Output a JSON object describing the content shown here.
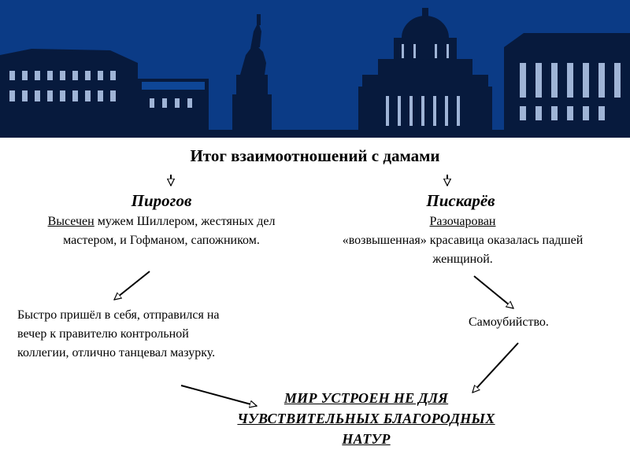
{
  "title": "Итог взаимоотношений с дамами",
  "left": {
    "name": "Пирогов",
    "status": "Высечен",
    "detail_tail": " мужем Шиллером, жестяных дел мастером, и Гофманом, сапожником.",
    "outcome": "Быстро пришёл в себя, отправился на вечер к правителю контрольной коллегии, отлично танцевал мазурку."
  },
  "right": {
    "name": "Пискарёв",
    "status": "Разочарован",
    "detail": "«возвышенная» красавица оказалась падшей женщиной.",
    "outcome": "Самоубийство."
  },
  "conclusion": "МИР УСТРОЕН НЕ ДЛЯ ЧУВСТВИТЕЛЬНЫХ БЛАГОРОДНЫХ НАТУР",
  "colors": {
    "banner": "#0b3b86",
    "silhouette": "#071a3d",
    "arrow": "#000000"
  }
}
